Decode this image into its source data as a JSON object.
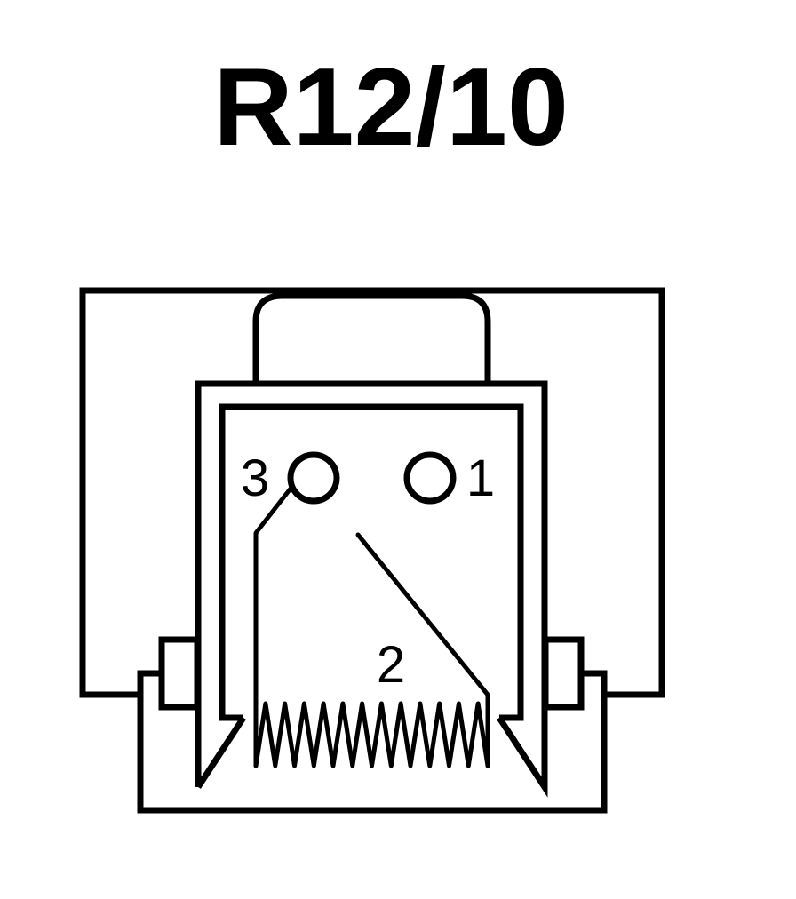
{
  "diagram": {
    "title": "R12/10",
    "pins": [
      {
        "label": "3"
      },
      {
        "label": "1"
      },
      {
        "label": "2"
      }
    ],
    "colors": {
      "line": "#000000",
      "background": "#ffffff"
    }
  }
}
